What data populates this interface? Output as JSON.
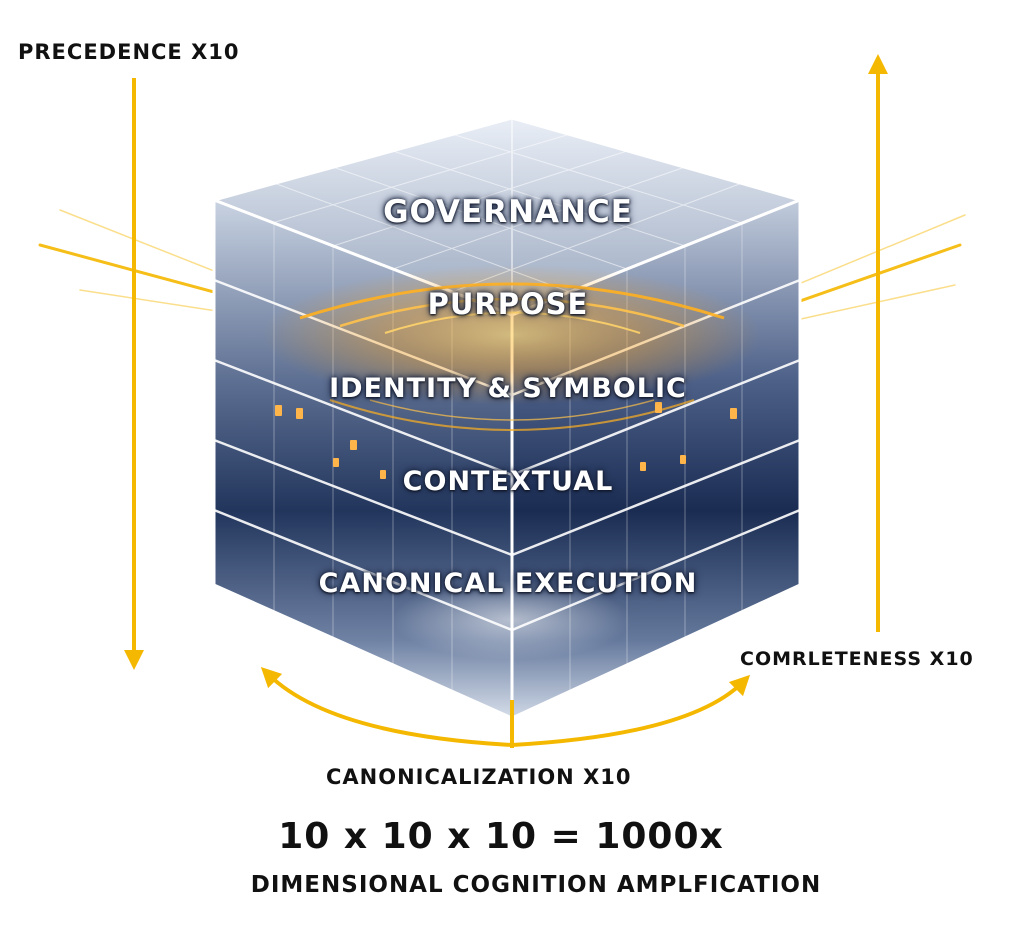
{
  "axes": {
    "precedence": "PRECEDENCE X10",
    "completeness": "COMRLETENESS X10",
    "canonicalization": "CANONICALIZATION X10"
  },
  "layers": [
    "GOVERNANCE",
    "PURPOSE",
    "IDENTITY & SYMBOLIC",
    "CONTEXTUAL",
    "CANONICAL EXECUTION"
  ],
  "formula": "10 x 10 x 10 = 1000x",
  "caption": "DIMENSIONAL COGNITION AMPLFICATION",
  "colors": {
    "arrow": "#f5b800",
    "glow": "#ffb020",
    "cube_dark": "#1e2f52",
    "cube_light": "#dfe6f0",
    "text_dark": "#111111"
  }
}
